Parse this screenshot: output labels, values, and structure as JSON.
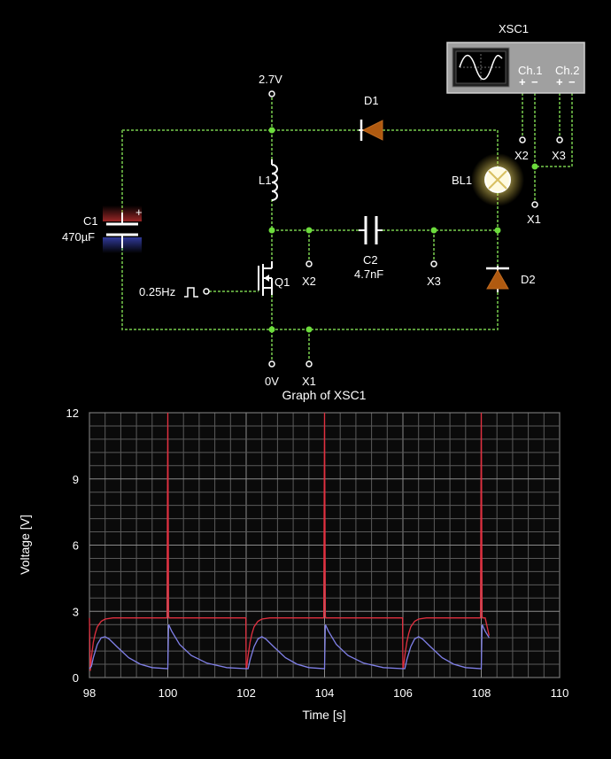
{
  "circuit": {
    "supply_label": "2.7V",
    "ground_label": "0V",
    "clock_label": "0.25Hz",
    "components": {
      "c1_name": "C1",
      "c1_value": "470µF",
      "c1_plus": "+",
      "l1_name": "L1",
      "d1_name": "D1",
      "d2_name": "D2",
      "c2_name": "C2",
      "c2_value": "4.7nF",
      "q1_name": "Q1",
      "bl1_name": "BL1"
    },
    "probes": {
      "x1_bottom": "X1",
      "x2_mid": "X2",
      "x3_mid": "X3",
      "x1_right": "X1",
      "x2_right": "X2",
      "x3_right": "X3"
    },
    "scope": {
      "name": "XSC1",
      "ch1_label": "Ch.1",
      "ch2_label": "Ch.2",
      "ch1_plus": "+",
      "ch1_minus": "−",
      "ch2_plus": "+",
      "ch2_minus": "−"
    },
    "colors": {
      "wire": "#5a9a3a",
      "node": "#6cdc3c",
      "diode": "#b05a10",
      "lamp_glow": "#fff8a0"
    }
  },
  "chart_data": {
    "type": "line",
    "title": "Graph of XSC1",
    "xlabel": "Time [s]",
    "ylabel": "Voltage [V]",
    "xlim": [
      98,
      110
    ],
    "ylim": [
      0,
      12
    ],
    "xticks": [
      "98",
      "100",
      "102",
      "104",
      "106",
      "108",
      "110"
    ],
    "yticks": [
      "0",
      "3",
      "6",
      "9",
      "12"
    ],
    "grid": true,
    "series": [
      {
        "color": "#e03040",
        "x": [
          98.0,
          98.02,
          98.05,
          98.1,
          98.15,
          98.2,
          98.3,
          98.4,
          98.6,
          98.8,
          99.2,
          99.6,
          99.98,
          99.99,
          100.0,
          100.01,
          100.02,
          100.03,
          101.99,
          102.0,
          102.01,
          102.05,
          102.1,
          102.15,
          102.2,
          102.3,
          102.4,
          102.6,
          102.8,
          103.2,
          103.6,
          103.98,
          103.99,
          104.0,
          104.01,
          104.02,
          104.03,
          105.99,
          106.0,
          106.01,
          106.05,
          106.1,
          106.15,
          106.2,
          106.3,
          106.4,
          106.6,
          106.8,
          107.2,
          107.6,
          107.98,
          107.99,
          108.0,
          108.01,
          108.02,
          108.03,
          108.1,
          108.2
        ],
        "y": [
          2.7,
          0.3,
          0.9,
          1.6,
          2.0,
          2.3,
          2.55,
          2.65,
          2.7,
          2.7,
          2.7,
          2.7,
          2.7,
          8.0,
          12.0,
          8.0,
          2.8,
          2.7,
          2.7,
          0.4,
          0.4,
          1.0,
          1.6,
          2.0,
          2.3,
          2.55,
          2.65,
          2.7,
          2.7,
          2.7,
          2.7,
          2.7,
          8.0,
          12.0,
          8.0,
          2.8,
          2.7,
          2.7,
          0.4,
          0.4,
          1.0,
          1.6,
          2.0,
          2.3,
          2.55,
          2.65,
          2.7,
          2.7,
          2.7,
          2.7,
          2.7,
          8.0,
          12.0,
          8.0,
          2.8,
          2.7,
          2.7,
          1.9
        ]
      },
      {
        "color": "#8080e8",
        "x": [
          98.0,
          98.05,
          98.1,
          98.2,
          98.3,
          98.4,
          98.5,
          98.7,
          99.0,
          99.3,
          99.6,
          100.0,
          100.02,
          100.1,
          100.3,
          100.6,
          101.0,
          101.5,
          102.0,
          102.05,
          102.1,
          102.2,
          102.3,
          102.4,
          102.5,
          102.7,
          103.0,
          103.3,
          103.6,
          104.0,
          104.02,
          104.1,
          104.3,
          104.6,
          105.0,
          105.5,
          106.0,
          106.05,
          106.1,
          106.2,
          106.3,
          106.4,
          106.5,
          106.7,
          107.0,
          107.3,
          107.6,
          108.0,
          108.02,
          108.1,
          108.2
        ],
        "y": [
          0.4,
          0.5,
          0.9,
          1.5,
          1.8,
          1.85,
          1.75,
          1.4,
          0.9,
          0.6,
          0.45,
          0.4,
          2.4,
          2.1,
          1.5,
          1.0,
          0.65,
          0.45,
          0.4,
          0.4,
          0.8,
          1.4,
          1.75,
          1.85,
          1.75,
          1.4,
          0.9,
          0.6,
          0.45,
          0.4,
          2.4,
          2.1,
          1.5,
          1.0,
          0.65,
          0.45,
          0.4,
          0.4,
          0.8,
          1.4,
          1.75,
          1.85,
          1.75,
          1.4,
          0.9,
          0.6,
          0.45,
          0.4,
          2.4,
          2.1,
          1.8
        ]
      }
    ]
  }
}
